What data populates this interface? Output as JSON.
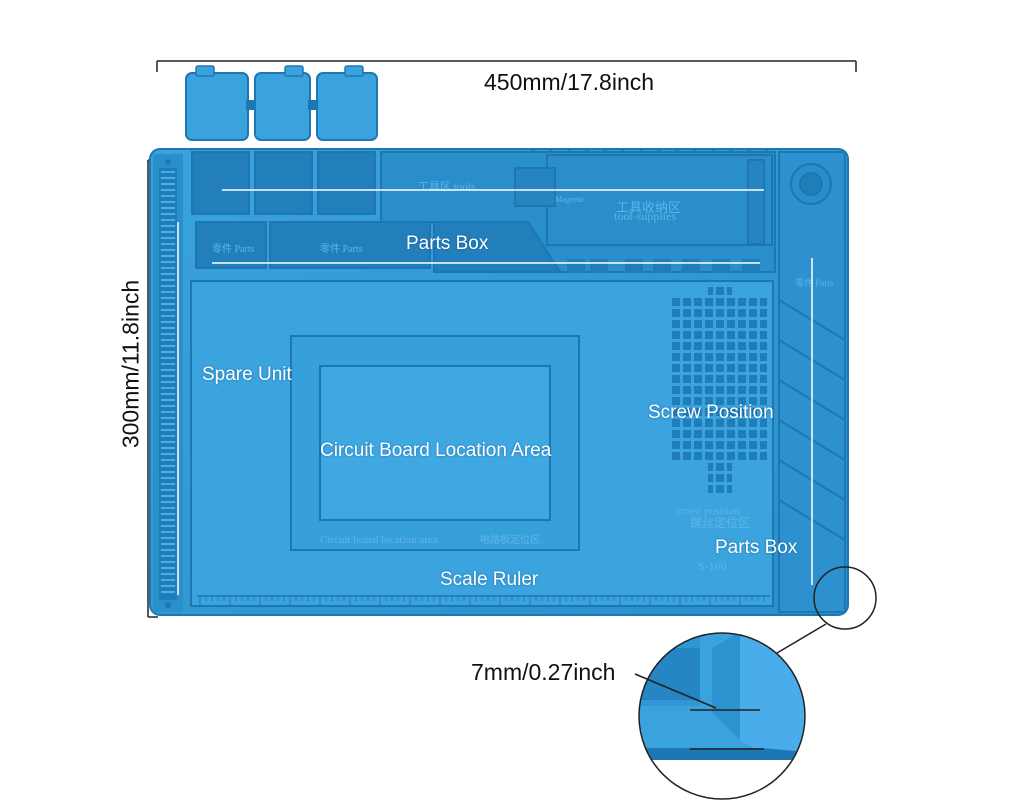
{
  "product": {
    "width_label": "450mm/17.8inch",
    "height_label": "300mm/11.8inch",
    "thickness_label": "7mm/0.27inch",
    "areas": {
      "parts_box_top": "Parts Box",
      "spare_unit": "Spare Unit",
      "circuit_board_area": "Circuit Board Location Area",
      "screw_position": "Screw Position",
      "parts_box_right": "Parts Box",
      "scale_ruler": "Scale Ruler"
    },
    "embossed": {
      "tools": "工具区 tools",
      "tool_supplies_cn": "工具收纳区",
      "tool_supplies": "tool-supplies",
      "magnetic": "Magnetic",
      "parts": "零件 Parts",
      "circuit_board_location_area": "Circuit board location area",
      "circuit_board_cn": "电路板定位区",
      "screw_position": "screw position",
      "screw_position_cn": "螺丝定位区",
      "model": "S-160"
    },
    "colors": {
      "mat": "#2f97d4",
      "mat_dark": "#1d77b2",
      "mat_light": "#57b3e6",
      "guide_lines": "#ffffff",
      "dimension_lines": "#222222"
    }
  }
}
